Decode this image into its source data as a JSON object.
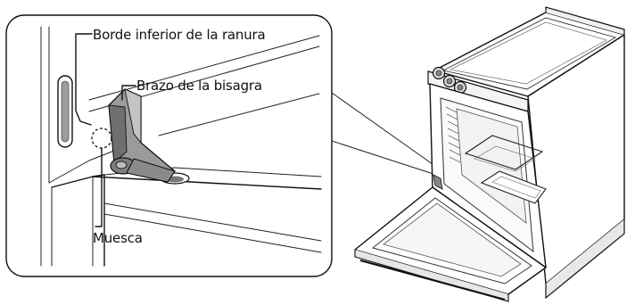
{
  "figure": {
    "callouts": {
      "slot_bottom_edge": "Borde inferior de la ranura",
      "hinge_arm": "Brazo de la bisagra",
      "notch": "Muesca"
    },
    "colors": {
      "line": "#111111",
      "hinge_dark": "#6f6f6f",
      "hinge_mid": "#9a9a9a",
      "hinge_light": "#c4c4c4"
    }
  }
}
